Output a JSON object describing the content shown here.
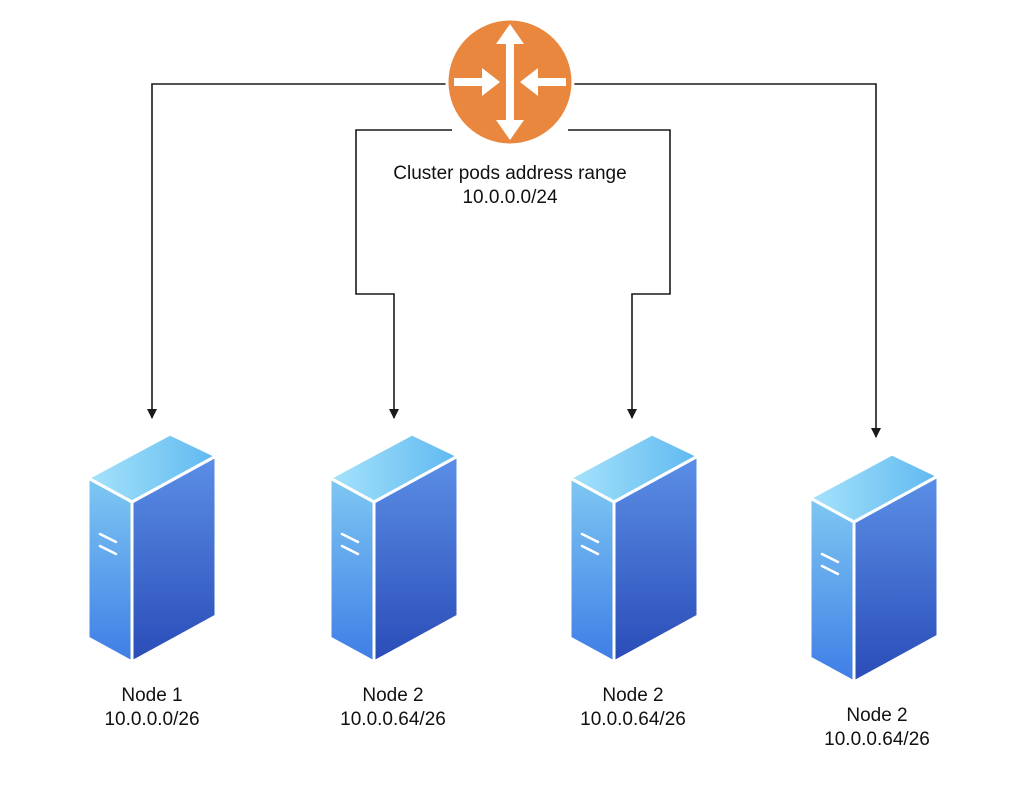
{
  "router": {
    "icon": "router-icon",
    "color": "#E8873D",
    "arrow_color": "#ffffff"
  },
  "cluster": {
    "title": "Cluster pods address range",
    "cidr": "10.0.0.0/24"
  },
  "nodes": [
    {
      "name": "Node 1",
      "cidr": "10.0.0.0/26"
    },
    {
      "name": "Node 2",
      "cidr": "10.0.0.64/26"
    },
    {
      "name": "Node 2",
      "cidr": "10.0.0.64/26"
    },
    {
      "name": "Node 2",
      "cidr": "10.0.0.64/26"
    }
  ],
  "colors": {
    "line": "#1a1a1a",
    "server_top": "#7fd3f5",
    "server_front": "#3f6fd9",
    "server_side": "#4f8ce8"
  }
}
